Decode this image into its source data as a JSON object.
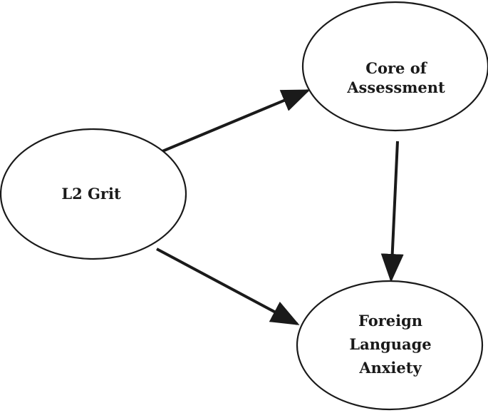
{
  "nodes": {
    "grit": {
      "lines": [
        "L2 Grit"
      ]
    },
    "core": {
      "lines": [
        "Core of",
        "Assessment"
      ]
    },
    "anxiety": {
      "lines": [
        "Foreign",
        "Language",
        "Anxiety"
      ]
    }
  },
  "edges": [
    {
      "from": "grit",
      "to": "core"
    },
    {
      "from": "core",
      "to": "anxiety"
    },
    {
      "from": "grit",
      "to": "anxiety"
    }
  ],
  "colors": {
    "stroke": "#1a1a1a",
    "fill": "#ffffff",
    "background": "#ffffff"
  }
}
